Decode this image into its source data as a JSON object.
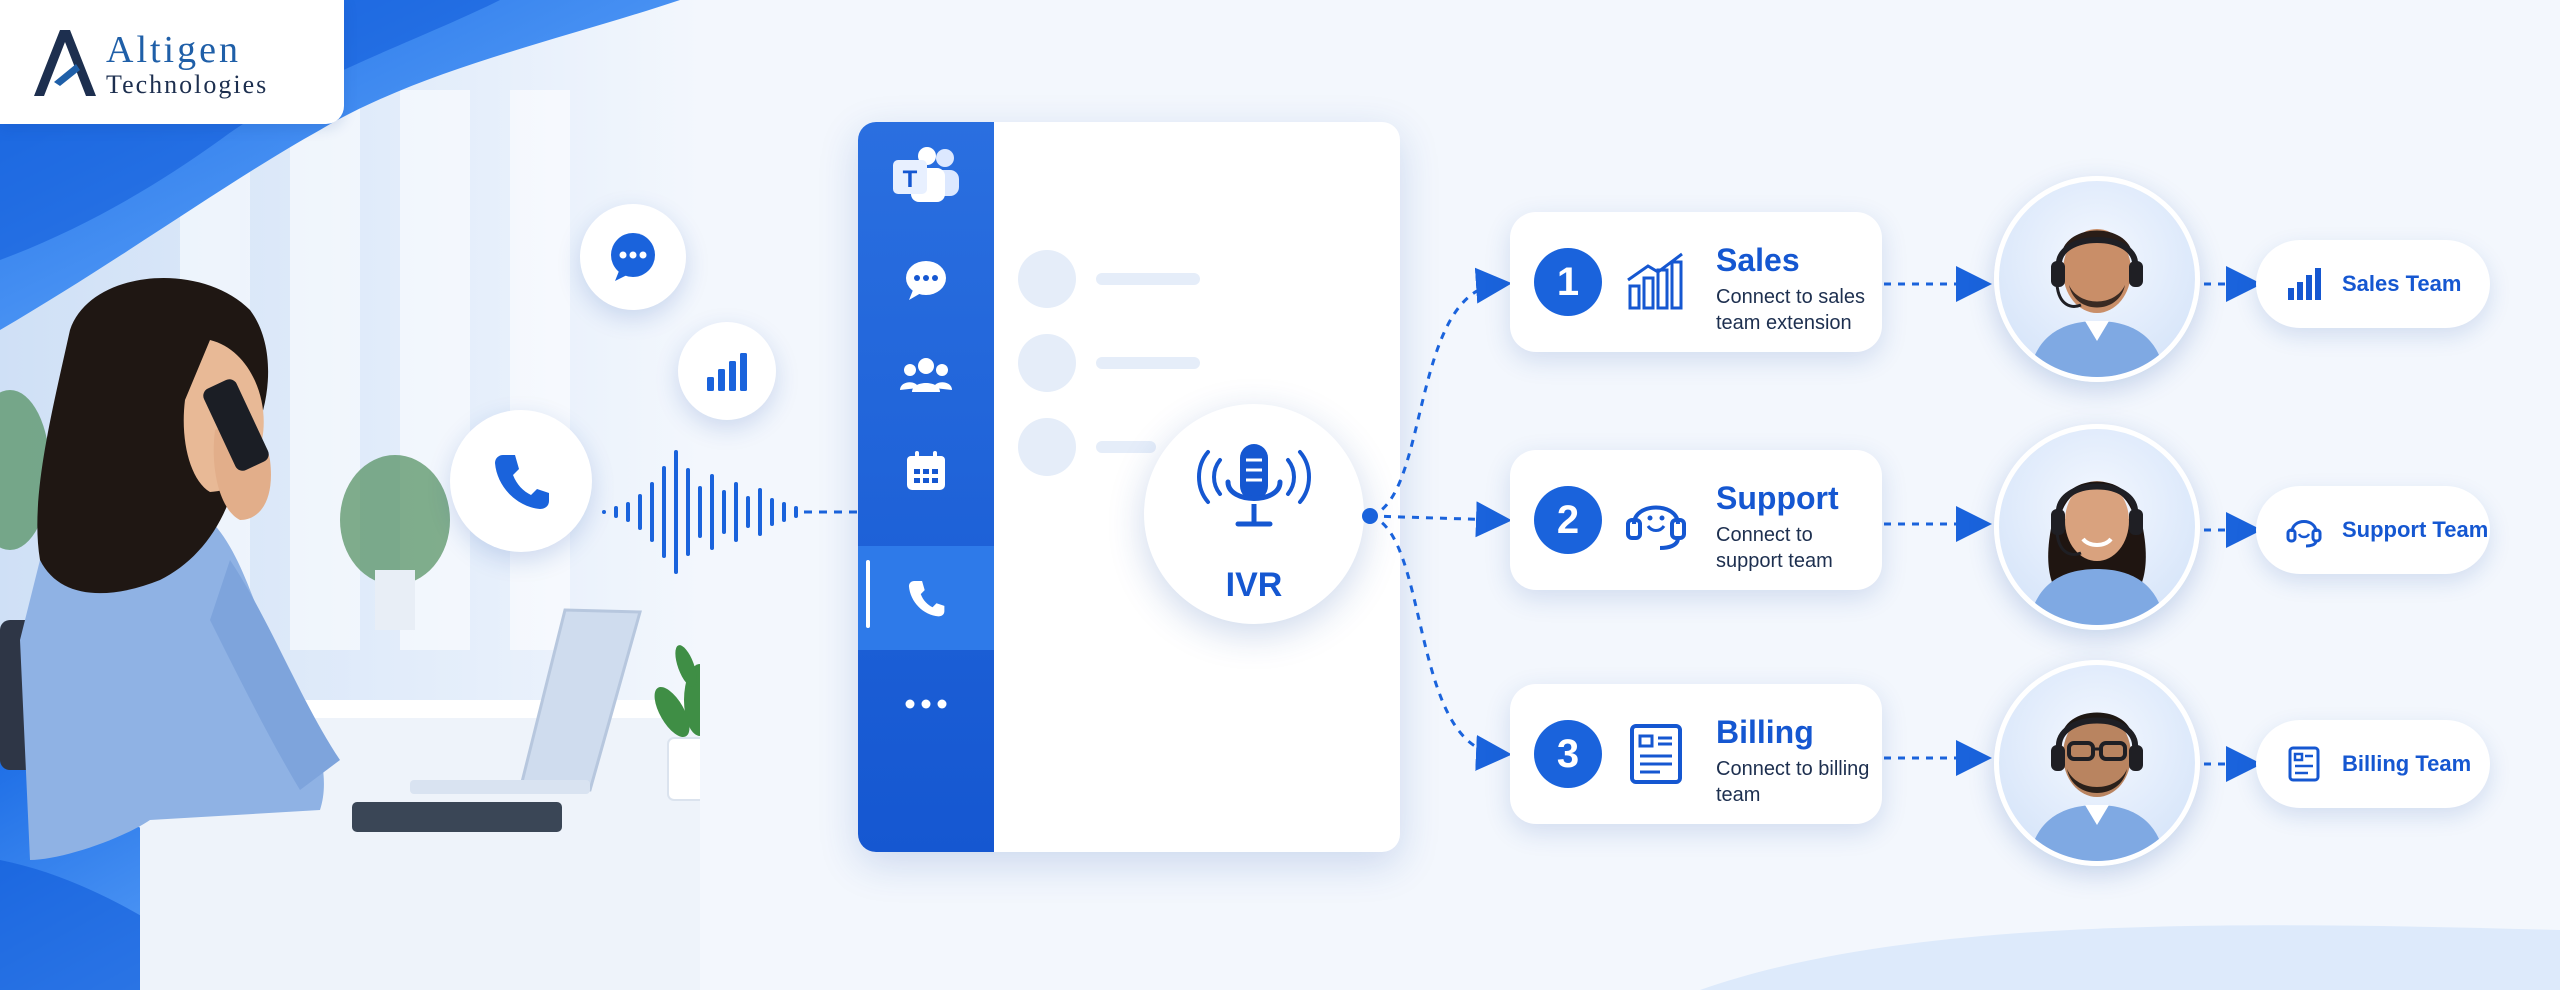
{
  "brand": {
    "name_line1": "Altigen",
    "name_line2": "Technologies",
    "logo_icon": "altigen-a-logo",
    "colors": {
      "primary": "#1557d1",
      "accent": "#2e7ae9",
      "navy": "#1d2f4f"
    }
  },
  "ivr": {
    "label": "IVR",
    "icon": "microphone-icon"
  },
  "app_rail": {
    "items": [
      {
        "icon": "teams-logo-icon"
      },
      {
        "icon": "chat-icon"
      },
      {
        "icon": "teams-people-icon"
      },
      {
        "icon": "calendar-icon"
      },
      {
        "icon": "phone-icon",
        "active": true
      },
      {
        "icon": "more-icon"
      }
    ]
  },
  "options": [
    {
      "number": "1",
      "title": "Sales",
      "description": "Connect to sales team extension",
      "icon": "bar-chart-icon"
    },
    {
      "number": "2",
      "title": "Support",
      "description": "Connect to support team",
      "icon": "headset-icon"
    },
    {
      "number": "3",
      "title": "Billing",
      "description": "Connect to billing team",
      "icon": "document-icon"
    }
  ],
  "teams": [
    {
      "label": "Sales Team",
      "icon": "bar-chart-icon"
    },
    {
      "label": "Support Team",
      "icon": "headset-icon"
    },
    {
      "label": "Billing Team",
      "icon": "document-icon"
    }
  ]
}
